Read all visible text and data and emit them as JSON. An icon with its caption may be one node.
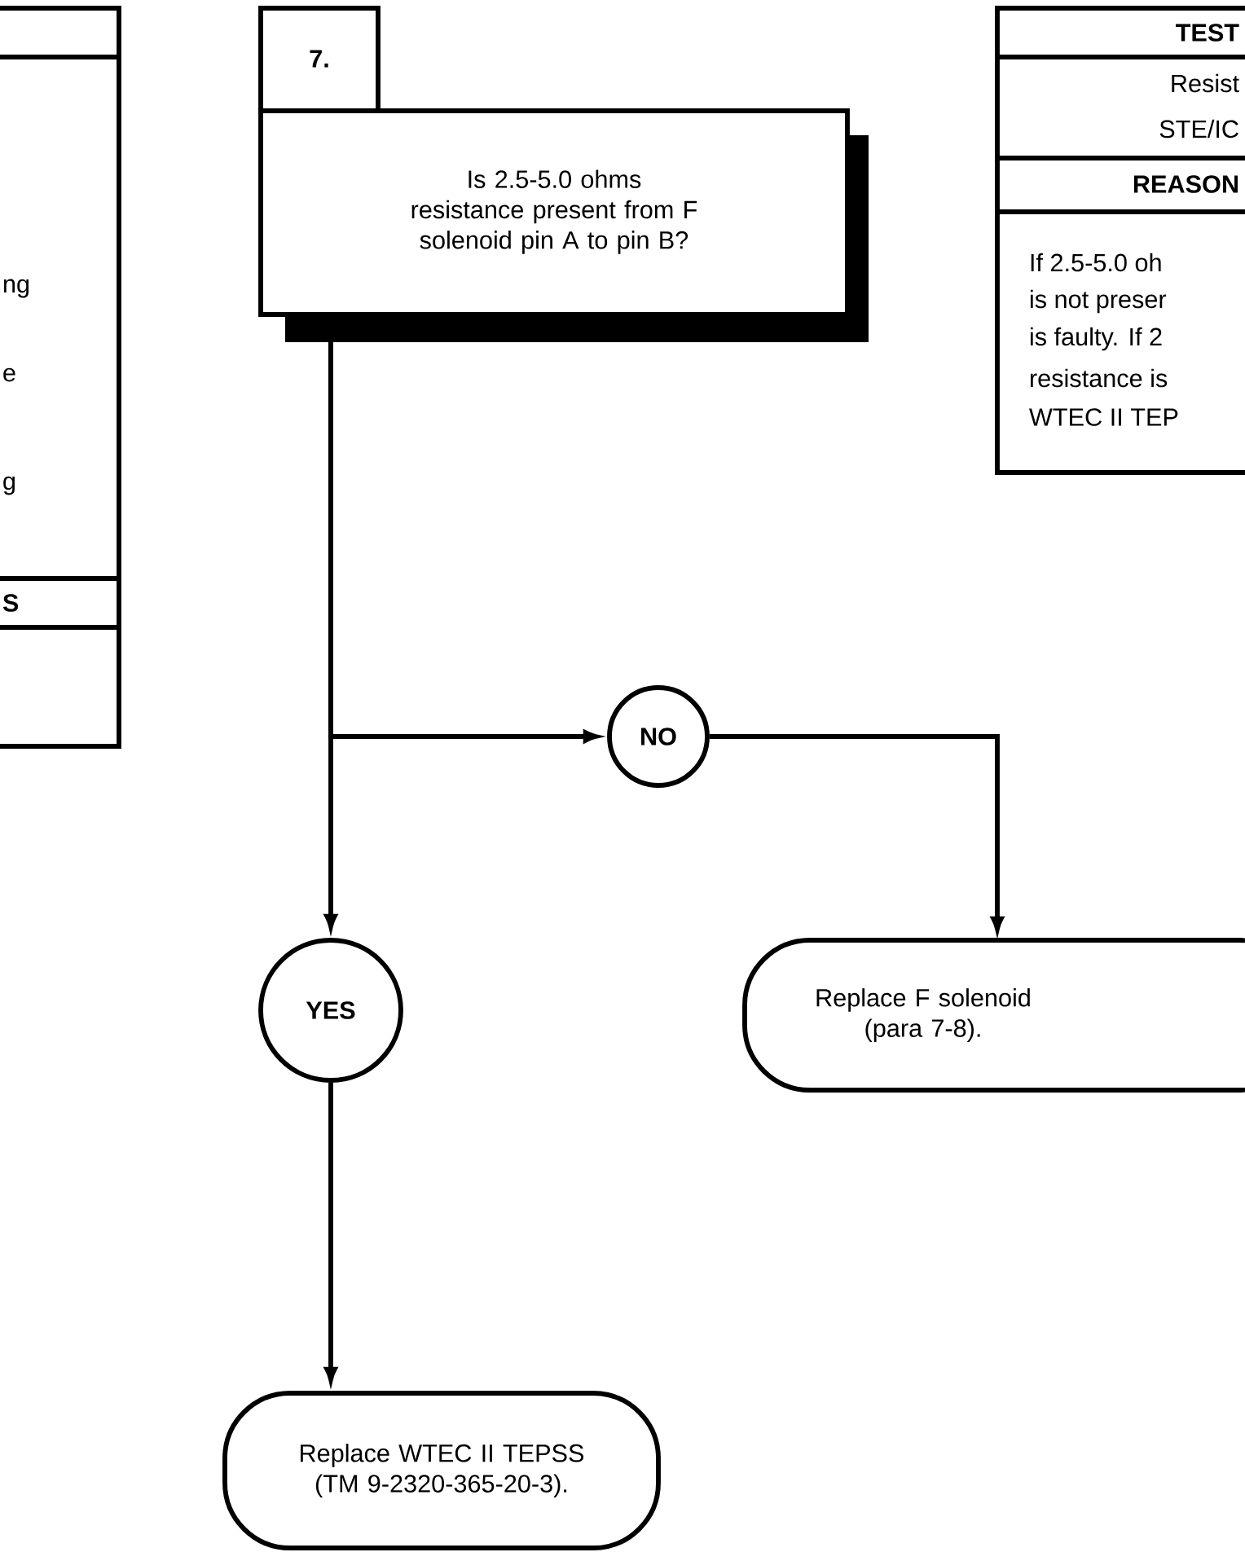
{
  "diagram": {
    "nodes": [
      {
        "text": [
          "ng",
          "e",
          "g",
          "S"
        ]
      },
      {
        "text": [
          "7.",
          "Is 2.5-5.0 ohms resistance present from F solenoid pin A to pin B?"
        ]
      },
      {
        "text": [
          "TEST",
          "Resist",
          "STE/IC",
          "REASON",
          "If 2.5-5.0 oh",
          "is not preser",
          "is faulty. If 2",
          "resistance is",
          "WTEC II TEP"
        ]
      },
      {
        "text": [
          "NO"
        ]
      },
      {
        "text": [
          "YES"
        ]
      },
      {
        "text": [
          "Replace F solenoid (para 7-8)."
        ]
      },
      {
        "text": [
          "Replace WTEC II TEPSS (TM 9-2320-365-20-3)."
        ]
      }
    ],
    "edges": [
      {
        "from": 1,
        "to": 3,
        "arrow": "to"
      },
      {
        "from": 1,
        "to": 4,
        "arrow": "to"
      },
      {
        "from": 3,
        "to": 5,
        "arrow": "to"
      },
      {
        "from": 4,
        "to": 6,
        "arrow": "to"
      }
    ]
  }
}
